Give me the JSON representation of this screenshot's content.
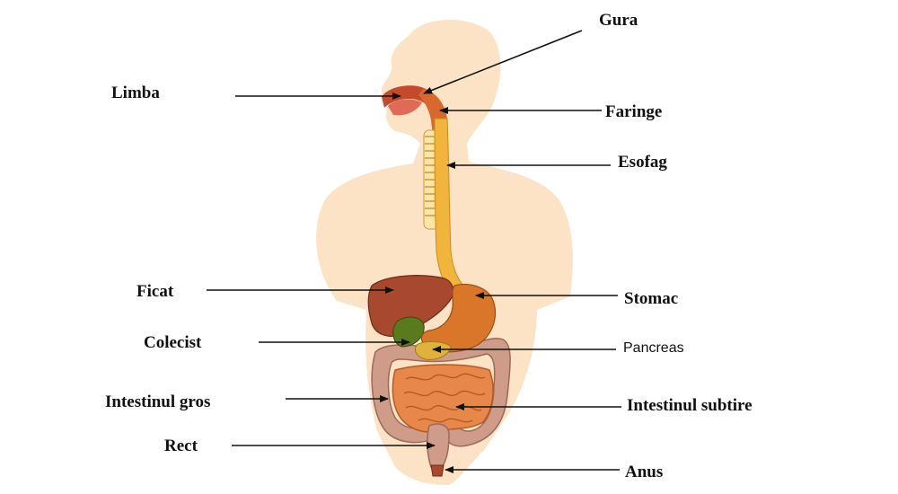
{
  "labels": {
    "gura": "Gura",
    "limba": "Limba",
    "faringe": "Faringe",
    "esofag": "Esofag",
    "ficat": "Ficat",
    "stomac": "Stomac",
    "colecist": "Colecist",
    "pancreas": "Pancreas",
    "intestinul_gros": "Intestinul gros",
    "intestinul_subtire": "Intestinul subtire",
    "rect": "Rect",
    "anus": "Anus"
  },
  "colors": {
    "skin": "#fce3c6",
    "esophagus": "#f2b53b",
    "stomach": "#d9762a",
    "liver": "#a8492f",
    "gallbladder": "#5a7a1e",
    "pancreas": "#e0b23a",
    "large_intestine": "#cf9c8a",
    "small_intestine": "#e8874a",
    "arrow": "#111111"
  }
}
